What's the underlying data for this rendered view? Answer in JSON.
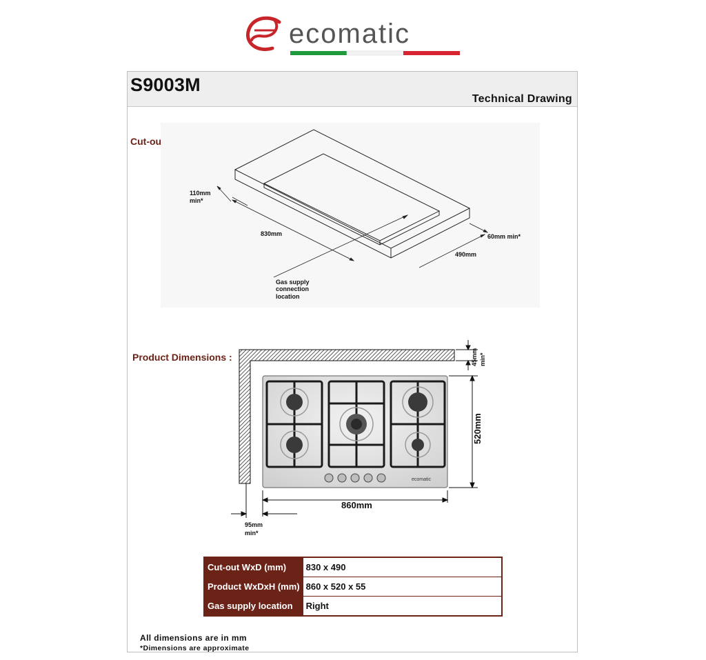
{
  "brand": {
    "logo_text": "ecomatic",
    "icon": "ecomatic-logo-icon"
  },
  "header": {
    "model": "S9003M",
    "subtitle": "Technical Drawing"
  },
  "cutout_section": {
    "label": "Cut-out Dimensions :",
    "dims": {
      "side_clearance": "110mm",
      "side_clearance_note": "min*",
      "width": "830mm",
      "back_clearance": "60mm min*",
      "depth": "490mm",
      "gas_line1": "Gas supply",
      "gas_line2": "connection",
      "gas_line3": "location"
    }
  },
  "product_section": {
    "label": "Product Dimensions :",
    "dims": {
      "top_clearance": "45mm",
      "top_clearance_note": "min*",
      "depth": "520mm",
      "width": "860mm",
      "side_clearance": "95mm",
      "side_clearance_note": "min*"
    },
    "hob_brand": "ecomatic"
  },
  "specs": [
    {
      "key": "Cut-out WxD (mm)",
      "value": "830 x 490"
    },
    {
      "key": "Product WxDxH (mm)",
      "value": "860 x 520 x 55"
    },
    {
      "key": "Gas supply location",
      "value": "Right"
    }
  ],
  "footnotes": {
    "line1": "All dimensions are in mm",
    "line2": "*Dimensions are approximate"
  },
  "colors": {
    "accent": "#6b2318",
    "logo_red": "#c8252b",
    "flag_green": "#1f9a3b",
    "flag_red": "#d62430"
  }
}
